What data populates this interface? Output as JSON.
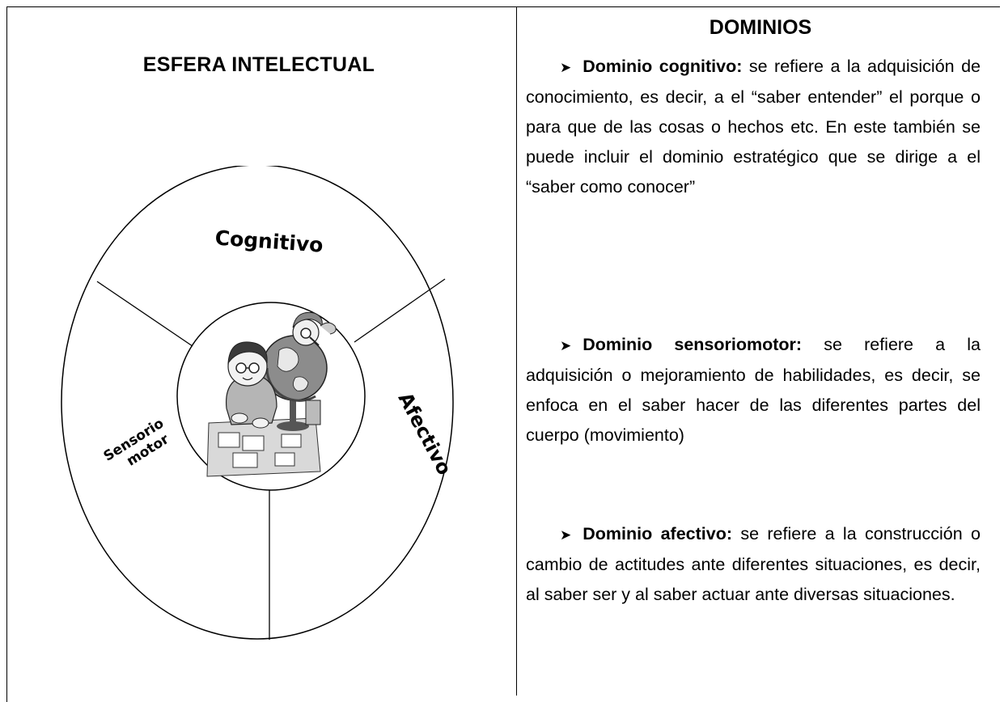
{
  "left_panel": {
    "title": "ESFERA INTELECTUAL",
    "diagram": {
      "segments": [
        "Cognitivo",
        "Afectivo",
        "Sensorio motor"
      ],
      "center_image": "children-with-globe-and-puzzle"
    }
  },
  "right_panel": {
    "title": "DOMINIOS",
    "bullet_icon": "arrowhead-bullet",
    "sections": [
      {
        "term": "Dominio cognitivo:",
        "text": " se refiere a la adquisición de conocimiento, es decir, a el “saber entender” el porque o para que de las cosas o hechos etc. En este también se puede incluir el dominio estratégico que se dirige a el “saber como conocer”"
      },
      {
        "term": "Dominio sensoriomotor:",
        "text": " se refiere a la adquisición o mejoramiento de habilidades, es decir, se enfoca en el saber hacer de las diferentes partes del cuerpo (movimiento)"
      },
      {
        "term": "Dominio afectivo:",
        "text": " se refiere a la construcción o cambio de actitudes ante diferentes situaciones, es decir, al saber ser y al saber actuar ante diversas situaciones."
      }
    ]
  }
}
